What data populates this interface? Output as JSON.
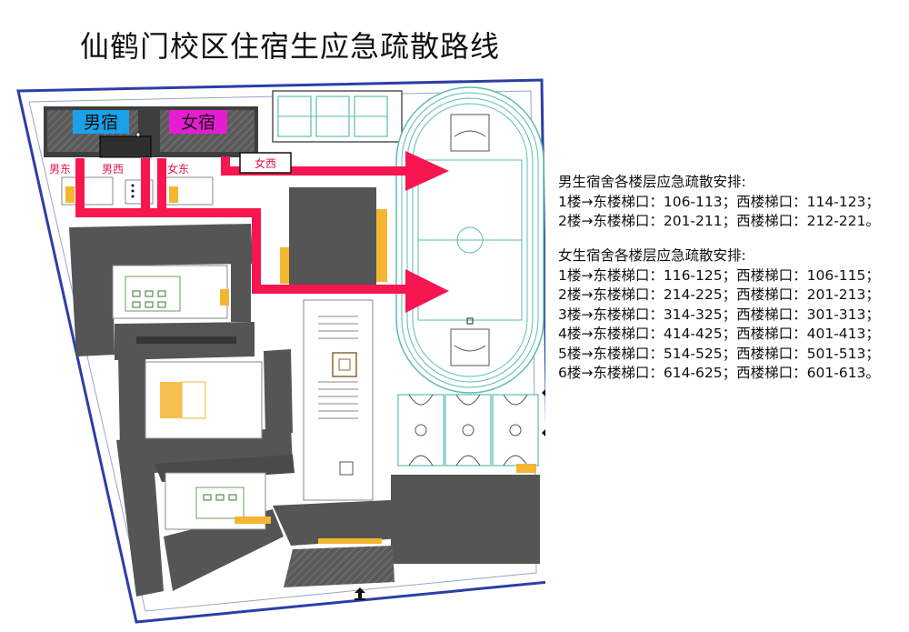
{
  "title": "仙鹤门校区住宿生应急疏散路线",
  "dorm_labels": {
    "male": "男宿",
    "female": "女宿"
  },
  "exit_labels": {
    "male_east": "男东",
    "male_west": "男西",
    "female_east": "女东",
    "female_west": "女西"
  },
  "colors": {
    "male_dorm": "#1aa1e8",
    "female_dorm": "#e51dd0",
    "route": "#f7164f",
    "building": "#555555",
    "track": "#5bbdb0",
    "stair_yellow": "#f2b632",
    "boundary": "#2b3ea8"
  },
  "icons": [
    "entrance-arrow-icon",
    "route-arrow-icon",
    "basketball-court-icon"
  ],
  "male_panel": {
    "heading": "男生宿舍各楼层应急疏散安排:",
    "lines": [
      "1楼→东楼梯口：106-113；西楼梯口：114-123；",
      "2楼→东楼梯口：201-211；西楼梯口：212-221。"
    ]
  },
  "female_panel": {
    "heading": "女生宿舍各楼层应急疏散安排:",
    "lines": [
      "1楼→东楼梯口：116-125；西楼梯口：106-115；",
      "2楼→东楼梯口：214-225；西楼梯口：201-213；",
      "3楼→东楼梯口：314-325；西楼梯口：301-313；",
      "4楼→东楼梯口：414-425；西楼梯口：401-413；",
      "5楼→东楼梯口：514-525；西楼梯口：501-513；",
      "6楼→东楼梯口：614-625；西楼梯口：601-613。"
    ]
  }
}
